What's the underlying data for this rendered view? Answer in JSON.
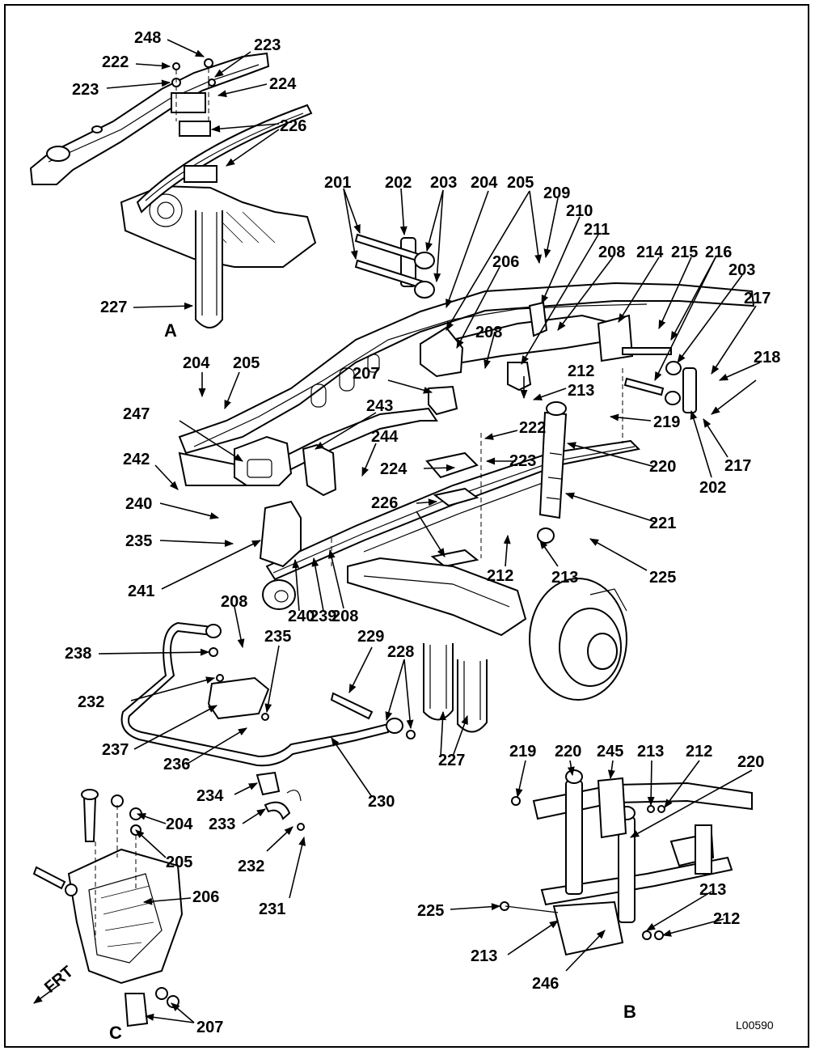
{
  "callouts": [
    "201",
    "202",
    "203",
    "204",
    "205",
    "206",
    "207",
    "208",
    "209",
    "210",
    "211",
    "212",
    "213",
    "214",
    "215",
    "216",
    "217",
    "218",
    "219",
    "220",
    "221",
    "222",
    "223",
    "224",
    "225",
    "226",
    "227",
    "228",
    "229",
    "230",
    "231",
    "232",
    "233",
    "234",
    "235",
    "236",
    "237",
    "238",
    "239",
    "240",
    "241",
    "242",
    "243",
    "244",
    "245",
    "246",
    "247",
    "248"
  ],
  "views": {
    "a": "A",
    "b": "B",
    "c": "C"
  },
  "frt_label": "FRT",
  "figure_code": "L00590"
}
